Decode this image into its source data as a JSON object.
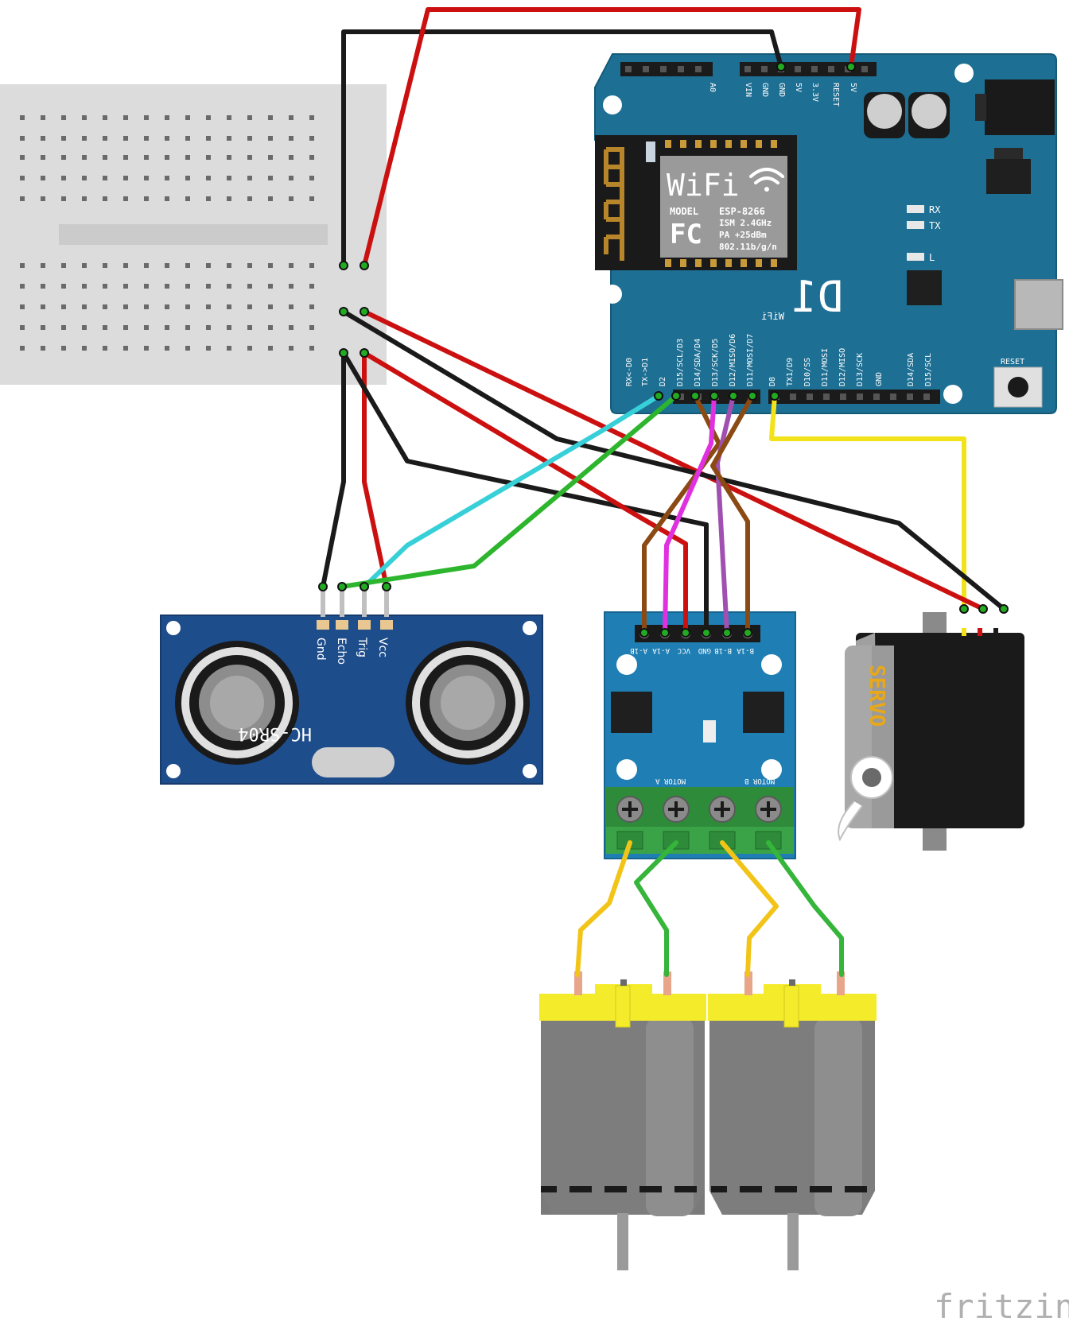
{
  "board": {
    "name": "D1",
    "subname": "WiFi",
    "reset_label": "RESET",
    "top_header_pins": [
      "A0",
      "VIN",
      "GND",
      "5V",
      "3.3V",
      "RESET",
      "5V"
    ],
    "bottom_header_pins": [
      "RX<-D0",
      "TX->D1",
      "D2",
      "D15/SCL/D3",
      "D14/SDA/D4",
      "D13/SCK/D5",
      "D12/MISO/D6",
      "D11/MOSI/D7",
      "D8",
      "TX1/D9",
      "D10/SS",
      "D11/MOSI",
      "D12/MISO",
      "D13/SCK",
      "GND",
      "D14/SDA",
      "D15/SCL"
    ],
    "led_labels": [
      "RX",
      "TX",
      "L"
    ],
    "module": {
      "wifi_text": "WiFi",
      "model_label": "MODEL",
      "model_value": "ESP-8266",
      "fc_mark": "FC",
      "specs": [
        "ISM 2.4GHz",
        "PA +25dBm",
        "802.11b/g/n"
      ]
    }
  },
  "ultrasonic": {
    "name": "HC-SR04",
    "pins": [
      "Gnd",
      "Echo",
      "Trig",
      "Vcc"
    ]
  },
  "motor_driver": {
    "pins": [
      "A-1B",
      "A-1A",
      "VCC",
      "GND",
      "B-1B",
      "B-1A"
    ],
    "motor_a_label": "MOTOR A",
    "motor_b_label": "MOTOR B"
  },
  "servo": {
    "label": "SERVO"
  },
  "brand": {
    "text": "fritzing"
  },
  "colors": {
    "board_blue": "#1d6f93",
    "hc_blue": "#1e4d8c",
    "driver_blue": "#1f7fb4",
    "wire_red": "#cc1010",
    "wire_black": "#1a1a1a",
    "wire_yellow": "#f2e21a",
    "wire_green": "#2db52d",
    "wire_cyan": "#38d0d8",
    "wire_brown": "#8b4a14",
    "wire_purple": "#a050b0",
    "wire_magenta": "#e030e0",
    "motor_yellow": "#f4ec2a"
  }
}
